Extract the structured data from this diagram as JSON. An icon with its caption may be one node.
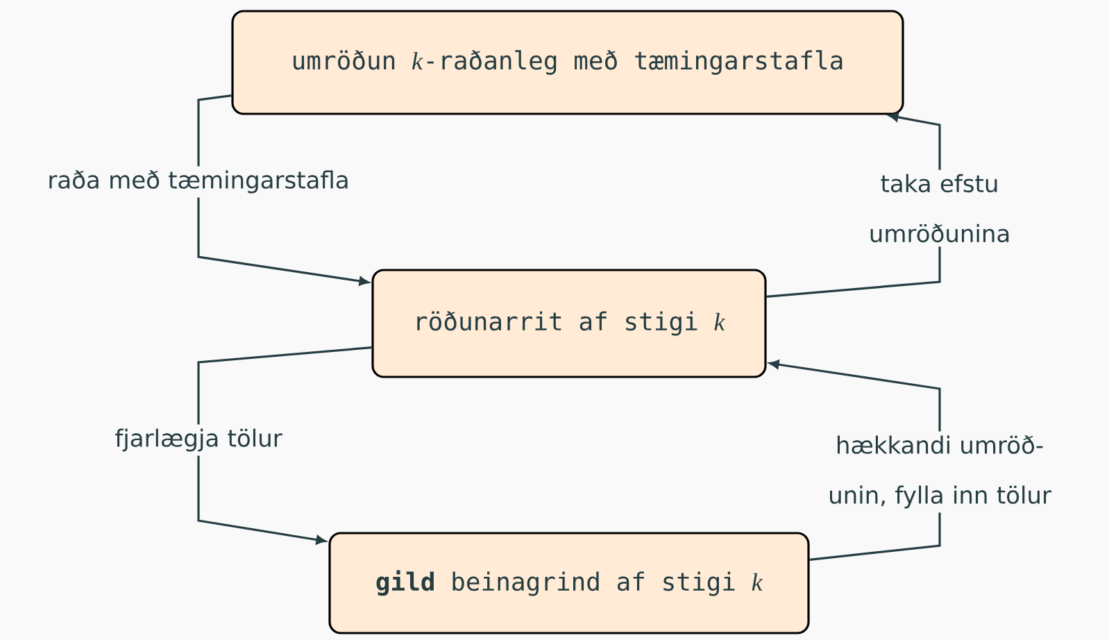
{
  "diagram": {
    "nodes": [
      {
        "text": [
          "umröðun *k*-raðanleg með tæmingarstafla"
        ]
      },
      {
        "text": [
          "röðunarrit af stigi *k*"
        ]
      },
      {
        "text": [
          "**gild** beinagrind af stigi *k*"
        ]
      }
    ],
    "edges": [
      {
        "from": 0,
        "to": 1,
        "arrow": "to",
        "label": "raða með tæmingarstafla"
      },
      {
        "from": 1,
        "to": 0,
        "arrow": "to",
        "label": "taka efstu umröðunina"
      },
      {
        "from": 1,
        "to": 2,
        "arrow": "to",
        "label": "fjarlægja tölur"
      },
      {
        "from": 2,
        "to": 1,
        "arrow": "to",
        "label": "hækkandi umröð- unin, fylla inn tölur"
      }
    ]
  }
}
